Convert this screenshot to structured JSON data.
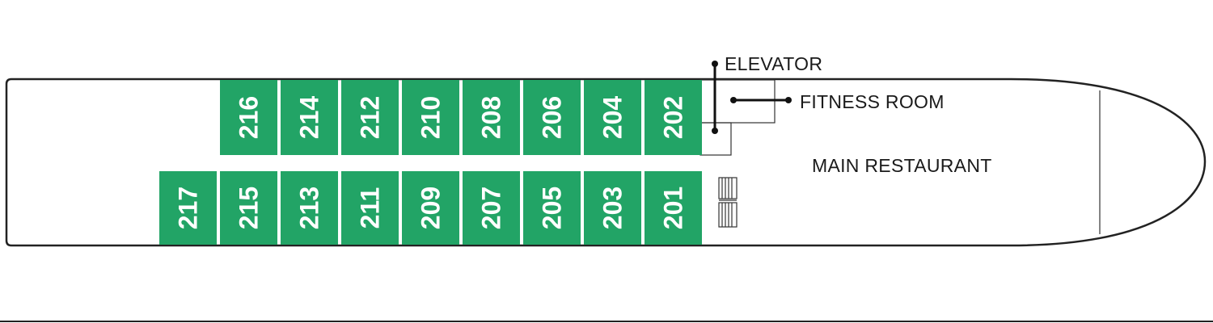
{
  "deck": {
    "cabins_upper": [
      "216",
      "214",
      "212",
      "210",
      "208",
      "206",
      "204",
      "202"
    ],
    "cabins_lower": [
      "217",
      "215",
      "213",
      "211",
      "209",
      "207",
      "205",
      "203",
      "201"
    ],
    "cabin_color": "#22a466",
    "labels": {
      "elevator": "ELEVATOR",
      "fitness_room": "FITNESS ROOM",
      "main_restaurant": "MAIN RESTAURANT"
    }
  }
}
